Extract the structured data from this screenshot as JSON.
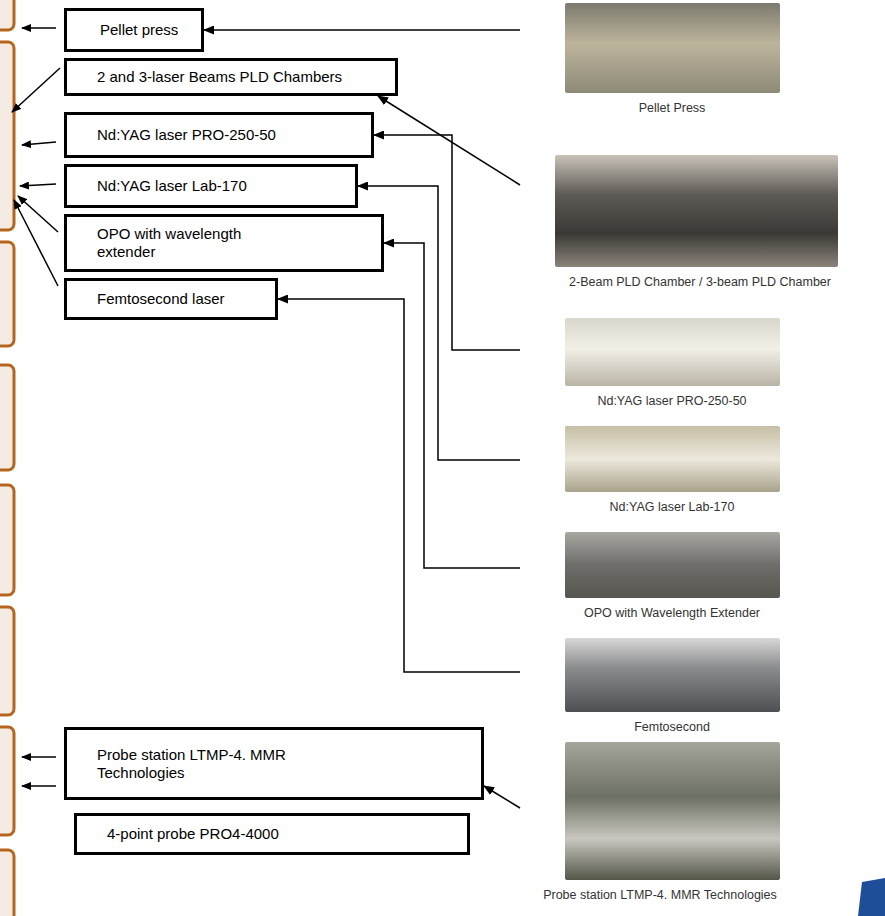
{
  "diagram": {
    "nodes": [
      {
        "text": [
          "Pellet press"
        ]
      },
      {
        "text": [
          "2 and 3-laser Beams PLD Chambers"
        ]
      },
      {
        "text": [
          "Nd:YAG laser PRO-250-50"
        ]
      },
      {
        "text": [
          "Nd:YAG laser Lab-170"
        ]
      },
      {
        "text": [
          "OPO with wavelength extender"
        ]
      },
      {
        "text": [
          "Femtosecond laser"
        ]
      },
      {
        "text": [
          "Probe station LTMP-4. MMR Technologies"
        ]
      },
      {
        "text": [
          "4-point probe PRO4-4000"
        ]
      },
      {
        "text": [
          "Pellet Press"
        ]
      },
      {
        "text": [
          "2-Beam PLD Chamber / 3-beam PLD Chamber"
        ]
      },
      {
        "text": [
          "Nd:YAG laser PRO-250-50"
        ]
      },
      {
        "text": [
          "Nd:YAG laser Lab-170"
        ]
      },
      {
        "text": [
          "OPO with Wavelength Extender"
        ]
      },
      {
        "text": [
          "Femtosecond"
        ]
      },
      {
        "text": [
          "Probe station LTMP-4. MMR Technologies"
        ]
      }
    ],
    "edges": [
      {
        "from": 8,
        "to": 0,
        "arrow": "to"
      },
      {
        "from": 9,
        "to": 1,
        "arrow": "to"
      },
      {
        "from": 10,
        "to": 2,
        "arrow": "to"
      },
      {
        "from": 11,
        "to": 3,
        "arrow": "to"
      },
      {
        "from": 12,
        "to": 4,
        "arrow": "to"
      },
      {
        "from": 13,
        "to": 5,
        "arrow": "to"
      },
      {
        "from": 14,
        "to": 6,
        "arrow": "to"
      }
    ]
  }
}
